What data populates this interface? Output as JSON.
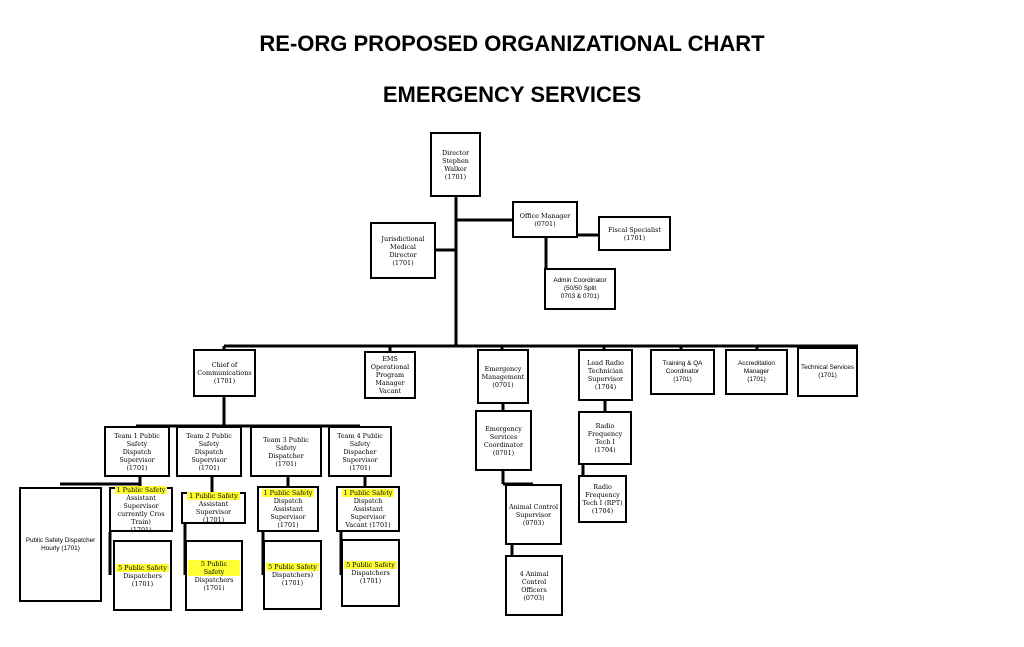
{
  "header": {
    "title": "RE-ORG PROPOSED ORGANIZATIONAL CHART",
    "subtitle": "EMERGENCY SERVICES"
  },
  "nodes": {
    "director": [
      "Director",
      "Stephen Walker",
      "(1701)"
    ],
    "medical_director": [
      "Jurisdictional Medical",
      "Director",
      "(1701)"
    ],
    "office_manager": [
      "Office Manager",
      "(0701)"
    ],
    "fiscal_specialist": [
      "Fiscal Specialist",
      "(1701)"
    ],
    "admin_coordinator": [
      "Admin Coordinator",
      "(50/50 Split",
      "0703 & 0701)"
    ],
    "chief_comm": [
      "Chief of",
      "Communications",
      "(1701)"
    ],
    "ems_manager": [
      "EMS Operational",
      "Program Manager",
      "Vacant"
    ],
    "emergency_mgmt": [
      "Emergency",
      "Management",
      "(0701)"
    ],
    "lead_radio": [
      "Lead Radio",
      "Technician",
      "Supervisor",
      "(1704)"
    ],
    "training_qa": [
      "Training & QA",
      "Coordinator",
      "(1701)"
    ],
    "accreditation": [
      "Accreditation",
      "Manager",
      "(1701)"
    ],
    "technical": [
      "Technical Services",
      "(1701)"
    ],
    "team1": [
      "Team 1 Public Safety",
      "Dispatch Supervisor",
      "(1701)"
    ],
    "team2": [
      "Team 2 Public Safety",
      "Dispatch Supervisor",
      "(1701)"
    ],
    "team3": [
      "Team 3 Public Safety",
      "Dispatcher",
      "(1701)"
    ],
    "team4": [
      "Team 4 Public Safety",
      "Dispacher Supervisor",
      "(1701)"
    ],
    "psd_hourly": [
      "Public Safety Dispatcher",
      "Hourly (1701)"
    ],
    "asst1": {
      "highlight": "1 Public Safety",
      "lines": [
        "Assistant Supervisor",
        "currently Cros Train)",
        "(1701)"
      ]
    },
    "asst2": {
      "highlight": "1 Public Safety",
      "lines": [
        "Assistant Supervisor",
        "(1701)"
      ]
    },
    "asst3": {
      "highlight": "1 Public Safety",
      "lines": [
        "Dispatch",
        "Assistant Supervisor",
        "(1701)"
      ]
    },
    "asst4": {
      "highlight": "1 Public Safety",
      "lines": [
        "Dispatch",
        "Assistant Supervisor",
        "Vacant (1701)"
      ]
    },
    "disp1": {
      "highlight": "5 Public Safety",
      "lines": [
        "Dispatchers (1701)"
      ]
    },
    "disp2": {
      "highlight": "5 Public Safety",
      "lines": [
        "Dispatchers (1701)"
      ]
    },
    "disp3": {
      "highlight": "5 Public Safety",
      "lines": [
        "Dispatchers)",
        "(1701)"
      ]
    },
    "disp4": {
      "highlight": "5 Public Safety",
      "lines": [
        "Dispatchers",
        "(1701)"
      ]
    },
    "es_coordinator": [
      "Emergency",
      "Services",
      "Coordinator",
      "(0701)"
    ],
    "animal_supervisor": [
      "Animal Control",
      "Supervisor",
      "(0703)"
    ],
    "animal_officers": [
      "4 Animal Control",
      "Officers",
      "(0703)"
    ],
    "rf_tech1": [
      "Radio Frequency",
      "Tech I",
      "(1704)"
    ],
    "rf_tech_rpt": [
      "Radio Frequency",
      "Tech I (RPT)",
      "(1704)"
    ]
  }
}
